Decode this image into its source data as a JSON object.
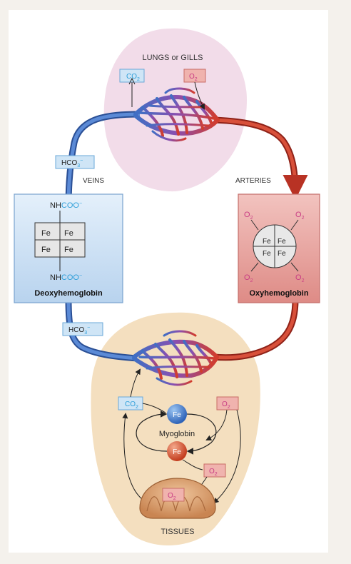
{
  "labels": {
    "lungs": "LUNGS or GILLS",
    "veins": "VEINS",
    "arteries": "ARTERIES",
    "tissues": "TISSUES",
    "myoglobin": "Myoglobin",
    "deoxy": "Deoxyhemoglobin",
    "oxy": "Oxyhemoglobin"
  },
  "chem": {
    "co2_main": "CO",
    "co2_sub": "2",
    "o2_main": "O",
    "o2_sub": "2",
    "hco3_main": "HCO",
    "hco3_sub": "3",
    "hco3_sup": "−",
    "nh": "NH",
    "coo": "COO",
    "coo_sup": "−",
    "fe": "Fe"
  },
  "colors": {
    "background": "#f4f1ec",
    "panel": "#ffffff",
    "lung_region": "#f2dce9",
    "tissue_region": "#f4dfbf",
    "vein_blue": "#4a78c4",
    "artery_red": "#cc3a2a",
    "capillary_purple": "#8a4fb0",
    "deoxy_box": "#cde1f4",
    "oxy_box": "#e7a3a0",
    "co2_label": "#2f9fd9",
    "o2_label": "#c93d84"
  }
}
